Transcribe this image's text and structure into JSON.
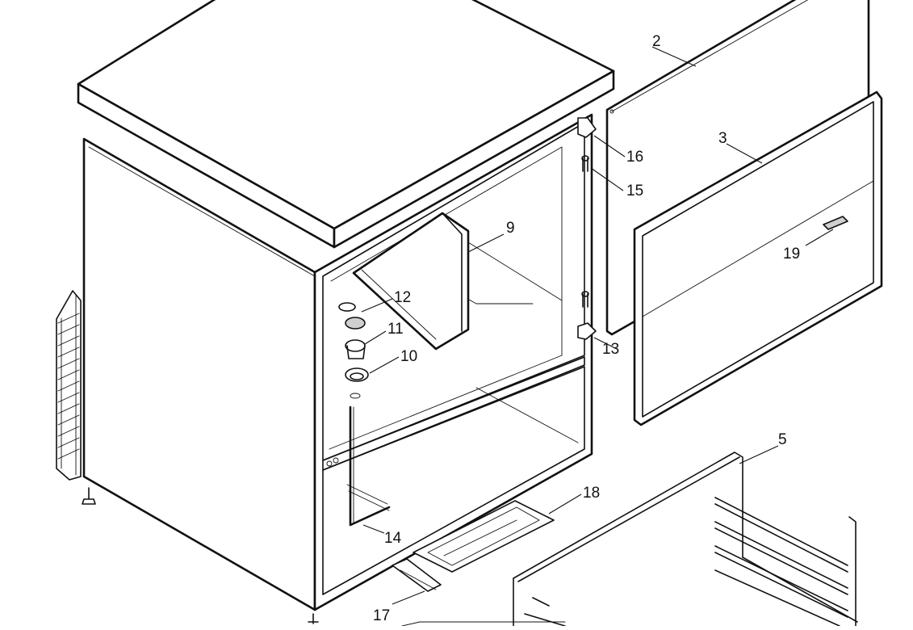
{
  "diagram": {
    "callouts": [
      {
        "id": "c2",
        "text": "2"
      },
      {
        "id": "c3",
        "text": "3"
      },
      {
        "id": "c5",
        "text": "5"
      },
      {
        "id": "c9",
        "text": "9"
      },
      {
        "id": "c10",
        "text": "10"
      },
      {
        "id": "c11",
        "text": "11"
      },
      {
        "id": "c12",
        "text": "12"
      },
      {
        "id": "c13",
        "text": "13"
      },
      {
        "id": "c14",
        "text": "14"
      },
      {
        "id": "c15",
        "text": "15"
      },
      {
        "id": "c16",
        "text": "16"
      },
      {
        "id": "c17",
        "text": "17"
      },
      {
        "id": "c18",
        "text": "18"
      },
      {
        "id": "c19",
        "text": "19"
      }
    ]
  }
}
